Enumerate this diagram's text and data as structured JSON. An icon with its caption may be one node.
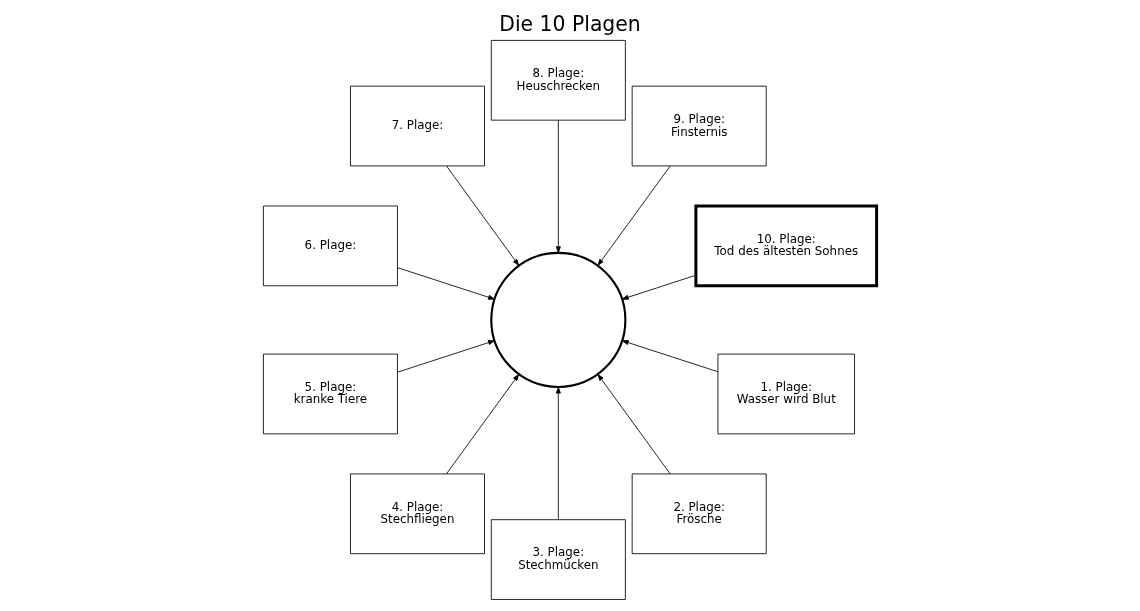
{
  "diagram": {
    "title": "Die 10 Plagen",
    "nodes": [
      {
        "text": [
          "1. Plage:",
          "Wasser wird Blut"
        ]
      },
      {
        "text": [
          "2. Plage:",
          "Frösche"
        ]
      },
      {
        "text": [
          "3. Plage:",
          "Stechmücken"
        ]
      },
      {
        "text": [
          "10. Plage:",
          "Tod des ältesten Sohnes"
        ]
      },
      {
        "text": [],
        "shape": "heart"
      },
      {
        "text": [
          "4. Plage:",
          "Stechfliegen"
        ]
      },
      {
        "text": [
          "9. Plage:",
          "Finsternis"
        ]
      },
      {
        "text": [
          "5. Plage:",
          "kranke Tiere"
        ]
      },
      {
        "text": [
          "8. Plage:",
          "Heuschrecken"
        ]
      },
      {
        "text": [
          "7. Plage:"
        ]
      },
      {
        "text": [
          "6. Plage:"
        ]
      }
    ],
    "edges": [
      {
        "from": 3,
        "to": 4,
        "arrow": "to"
      },
      {
        "from": 6,
        "to": 4,
        "arrow": "to"
      },
      {
        "from": 8,
        "to": 4,
        "arrow": "to"
      },
      {
        "from": 9,
        "to": 4,
        "arrow": "to"
      },
      {
        "from": 10,
        "to": 4,
        "arrow": "to"
      },
      {
        "from": 7,
        "to": 4,
        "arrow": "to"
      },
      {
        "from": 5,
        "to": 4,
        "arrow": "to"
      },
      {
        "from": 2,
        "to": 4,
        "arrow": "to"
      },
      {
        "from": 1,
        "to": 4,
        "arrow": "to"
      },
      {
        "from": 0,
        "to": 4,
        "arrow": "to"
      }
    ]
  }
}
